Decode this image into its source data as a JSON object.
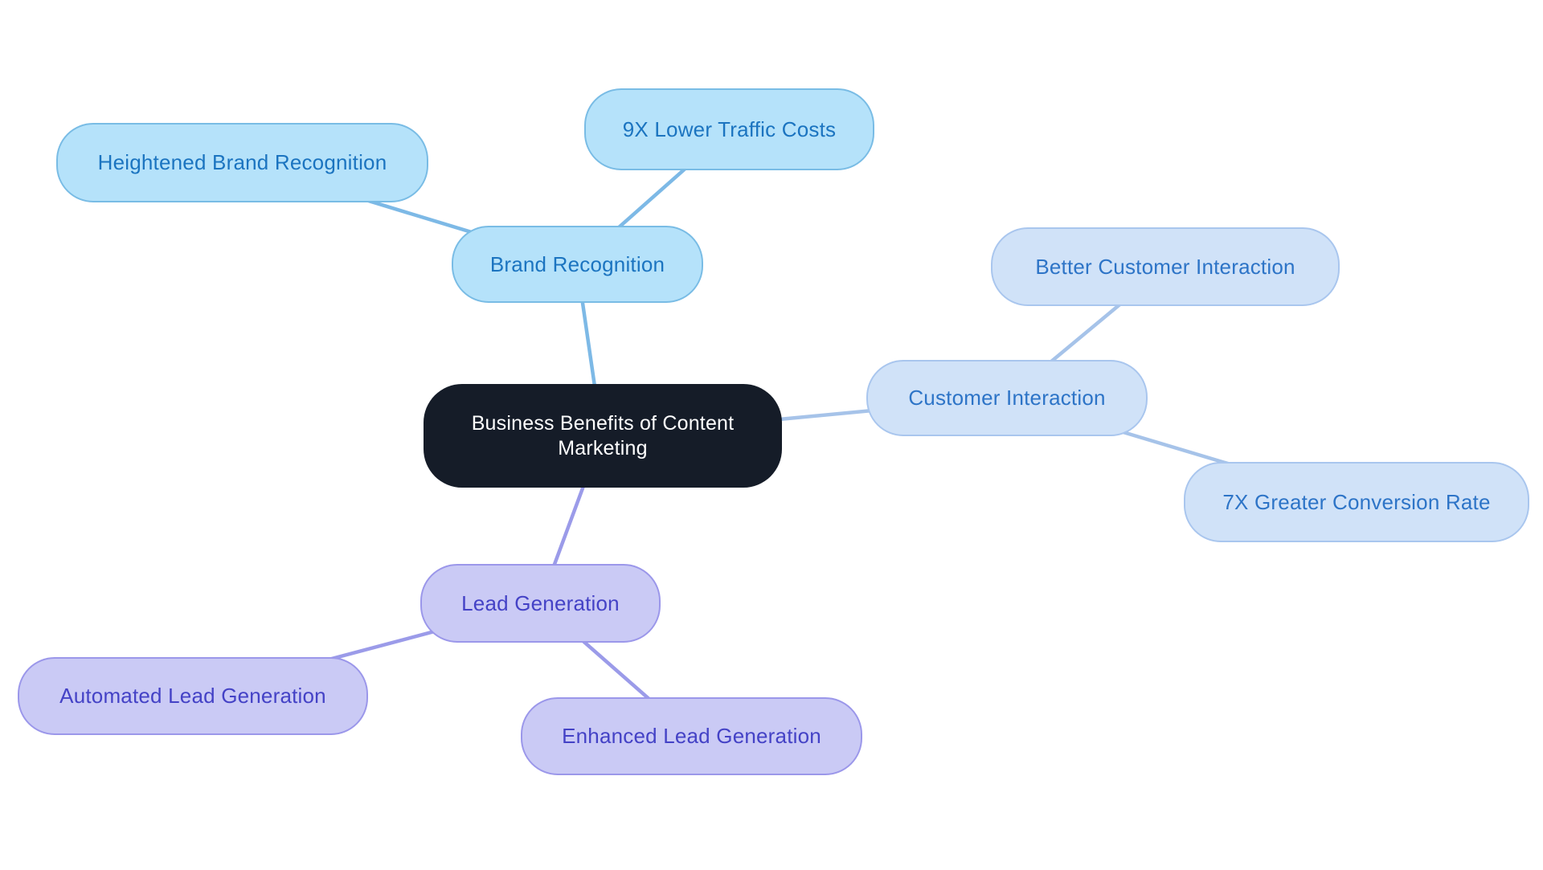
{
  "diagram": {
    "type": "mindmap",
    "background": "#ffffff",
    "central": {
      "id": "central",
      "label": "Business Benefits of Content Marketing"
    },
    "branches": [
      {
        "id": "brand-recognition",
        "label": "Brand Recognition",
        "theme": "blue",
        "children": [
          {
            "id": "heightened-brand-recognition",
            "label": "Heightened Brand Recognition"
          },
          {
            "id": "nine-x-lower-traffic-costs",
            "label": "9X Lower Traffic Costs"
          }
        ]
      },
      {
        "id": "customer-interaction",
        "label": "Customer Interaction",
        "theme": "paleblue",
        "children": [
          {
            "id": "better-customer-interaction",
            "label": "Better Customer Interaction"
          },
          {
            "id": "seven-x-greater-conversion-rate",
            "label": "7X Greater Conversion Rate"
          }
        ]
      },
      {
        "id": "lead-generation",
        "label": "Lead Generation",
        "theme": "lavender",
        "children": [
          {
            "id": "automated-lead-generation",
            "label": "Automated Lead Generation"
          },
          {
            "id": "enhanced-lead-generation",
            "label": "Enhanced Lead Generation"
          }
        ]
      }
    ],
    "palette": {
      "central_fill": "#151c28",
      "central_text": "#ffffff",
      "blue_fill": "#b5e2fa",
      "blue_border": "#79bce5",
      "blue_text": "#1b74c0",
      "edge_blue": "#7db9e6",
      "paleblue_fill": "#d0e2f8",
      "paleblue_border": "#a9c6ee",
      "paleblue_text": "#2d74c7",
      "edge_paleblue": "#a6c3e9",
      "lavender_fill": "#cacaf5",
      "lavender_border": "#9b97ea",
      "lavender_text": "#4442c6",
      "edge_lavender": "#9b9be9"
    }
  }
}
